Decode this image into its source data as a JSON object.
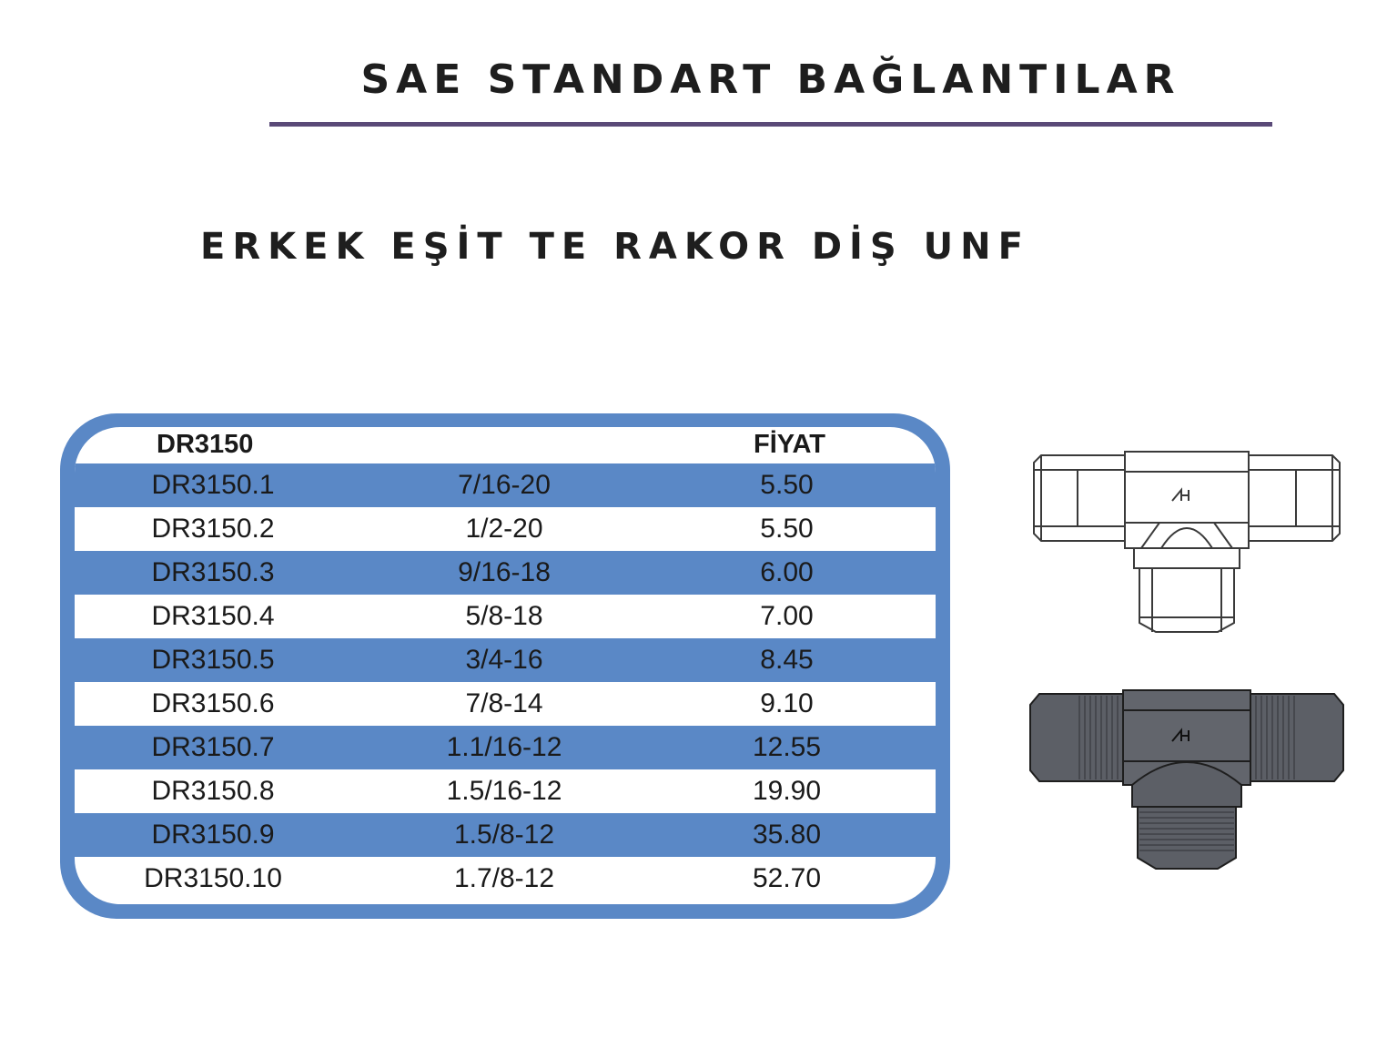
{
  "header": {
    "title": "SAE STANDART BAĞLANTILAR",
    "subtitle": "ERKEK EŞİT TE RAKOR DİŞ UNF"
  },
  "table": {
    "code_header": "DR3150",
    "size_header": "",
    "price_header": "FİYAT",
    "rows": [
      {
        "code": "DR3150.1",
        "size": "7/16-20",
        "price": "5.50"
      },
      {
        "code": "DR3150.2",
        "size": "1/2-20",
        "price": "5.50"
      },
      {
        "code": "DR3150.3",
        "size": "9/16-18",
        "price": "6.00"
      },
      {
        "code": "DR3150.4",
        "size": "5/8-18",
        "price": "7.00"
      },
      {
        "code": "DR3150.5",
        "size": "3/4-16",
        "price": "8.45"
      },
      {
        "code": "DR3150.6",
        "size": "7/8-14",
        "price": "9.10"
      },
      {
        "code": "DR3150.7",
        "size": "1.1/16-12",
        "price": "12.55"
      },
      {
        "code": "DR3150.8",
        "size": "1.5/16-12",
        "price": "19.90"
      },
      {
        "code": "DR3150.9",
        "size": "1.5/8-12",
        "price": "35.80"
      },
      {
        "code": "DR3150.10",
        "size": "1.7/8-12",
        "price": "52.70"
      }
    ]
  },
  "colors": {
    "accent_blue": "#5a88c6",
    "title_rule": "#5a4a78",
    "fitting_fill": "#5c5f66"
  },
  "figures": {
    "outline_drawing": "tee-fitting-outline-icon",
    "shaded_drawing": "tee-fitting-shaded-icon"
  }
}
